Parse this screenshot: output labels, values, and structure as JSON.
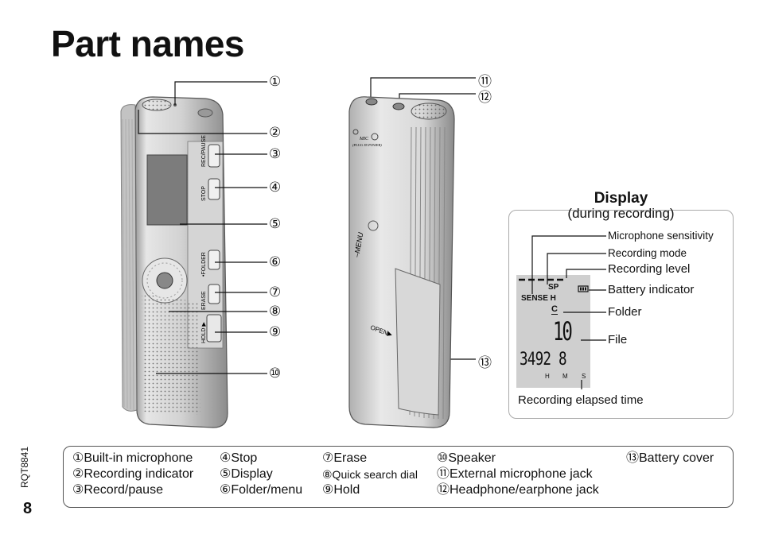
{
  "page": {
    "title": "Part names",
    "doc_code": "RQT8841",
    "page_number": "8"
  },
  "callouts": [
    "①",
    "②",
    "③",
    "④",
    "⑤",
    "⑥",
    "⑦",
    "⑧",
    "⑨",
    "⑩",
    "⑪",
    "⑫",
    "⑬"
  ],
  "device_front": {
    "button_labels": {
      "rec_pause": "REC/PAUSE",
      "stop": "STOP",
      "folder": "•FOLDER",
      "erase": "ERASE",
      "hold": "HOLD ▶"
    }
  },
  "device_back": {
    "mic_label": "MIC",
    "mic_sub": "(PLUG IN POWER)",
    "menu_label": "–MENU",
    "open_label": "OPEN▶"
  },
  "display_panel": {
    "title": "Display",
    "subtitle": "(during recording)",
    "labels": {
      "mic_sensitivity": "Microphone sensitivity",
      "rec_mode": "Recording mode",
      "rec_level": "Recording level",
      "battery": "Battery indicator",
      "folder": "Folder",
      "file": "File",
      "elapsed": "Recording elapsed time"
    },
    "lcd": {
      "sense": "SENSE H",
      "sp": "SP",
      "folder": "C",
      "file": "10",
      "time": "3492 8",
      "h": "H",
      "m": "M",
      "s": "S"
    }
  },
  "legend": {
    "col1": [
      "①Built-in microphone",
      "②Recording indicator",
      "③Record/pause"
    ],
    "col2": [
      "④Stop",
      "⑤Display",
      "⑥Folder/menu"
    ],
    "col3": [
      "⑦Erase",
      "⑧Quick search dial",
      "⑨Hold"
    ],
    "col4": [
      "⑩Speaker",
      "⑪External microphone jack",
      "⑫Headphone/earphone jack"
    ],
    "col5": [
      "⑬Battery cover"
    ]
  }
}
